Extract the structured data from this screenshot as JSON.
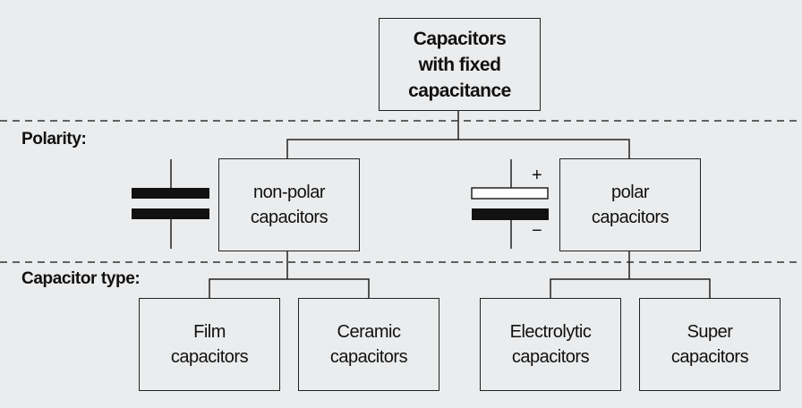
{
  "root": {
    "line1": "Capacitors",
    "line2": "with fixed",
    "line3": "capacitance"
  },
  "sections": {
    "polarity": "Polarity:",
    "type": "Capacitor type:"
  },
  "polarity_nodes": [
    {
      "line1": "non-polar",
      "line2": "capacitors",
      "symbol": "nonpolar-capacitor-symbol"
    },
    {
      "line1": "polar",
      "line2": "capacitors",
      "symbol": "polar-capacitor-symbol"
    }
  ],
  "type_nodes": [
    {
      "line1": "Film",
      "line2": "capacitors"
    },
    {
      "line1": "Ceramic",
      "line2": "capacitors"
    },
    {
      "line1": "Electrolytic",
      "line2": "capacitors"
    },
    {
      "line1": "Super",
      "line2": "capacitors"
    }
  ],
  "polar_signs": {
    "plus": "+",
    "minus": "−"
  }
}
